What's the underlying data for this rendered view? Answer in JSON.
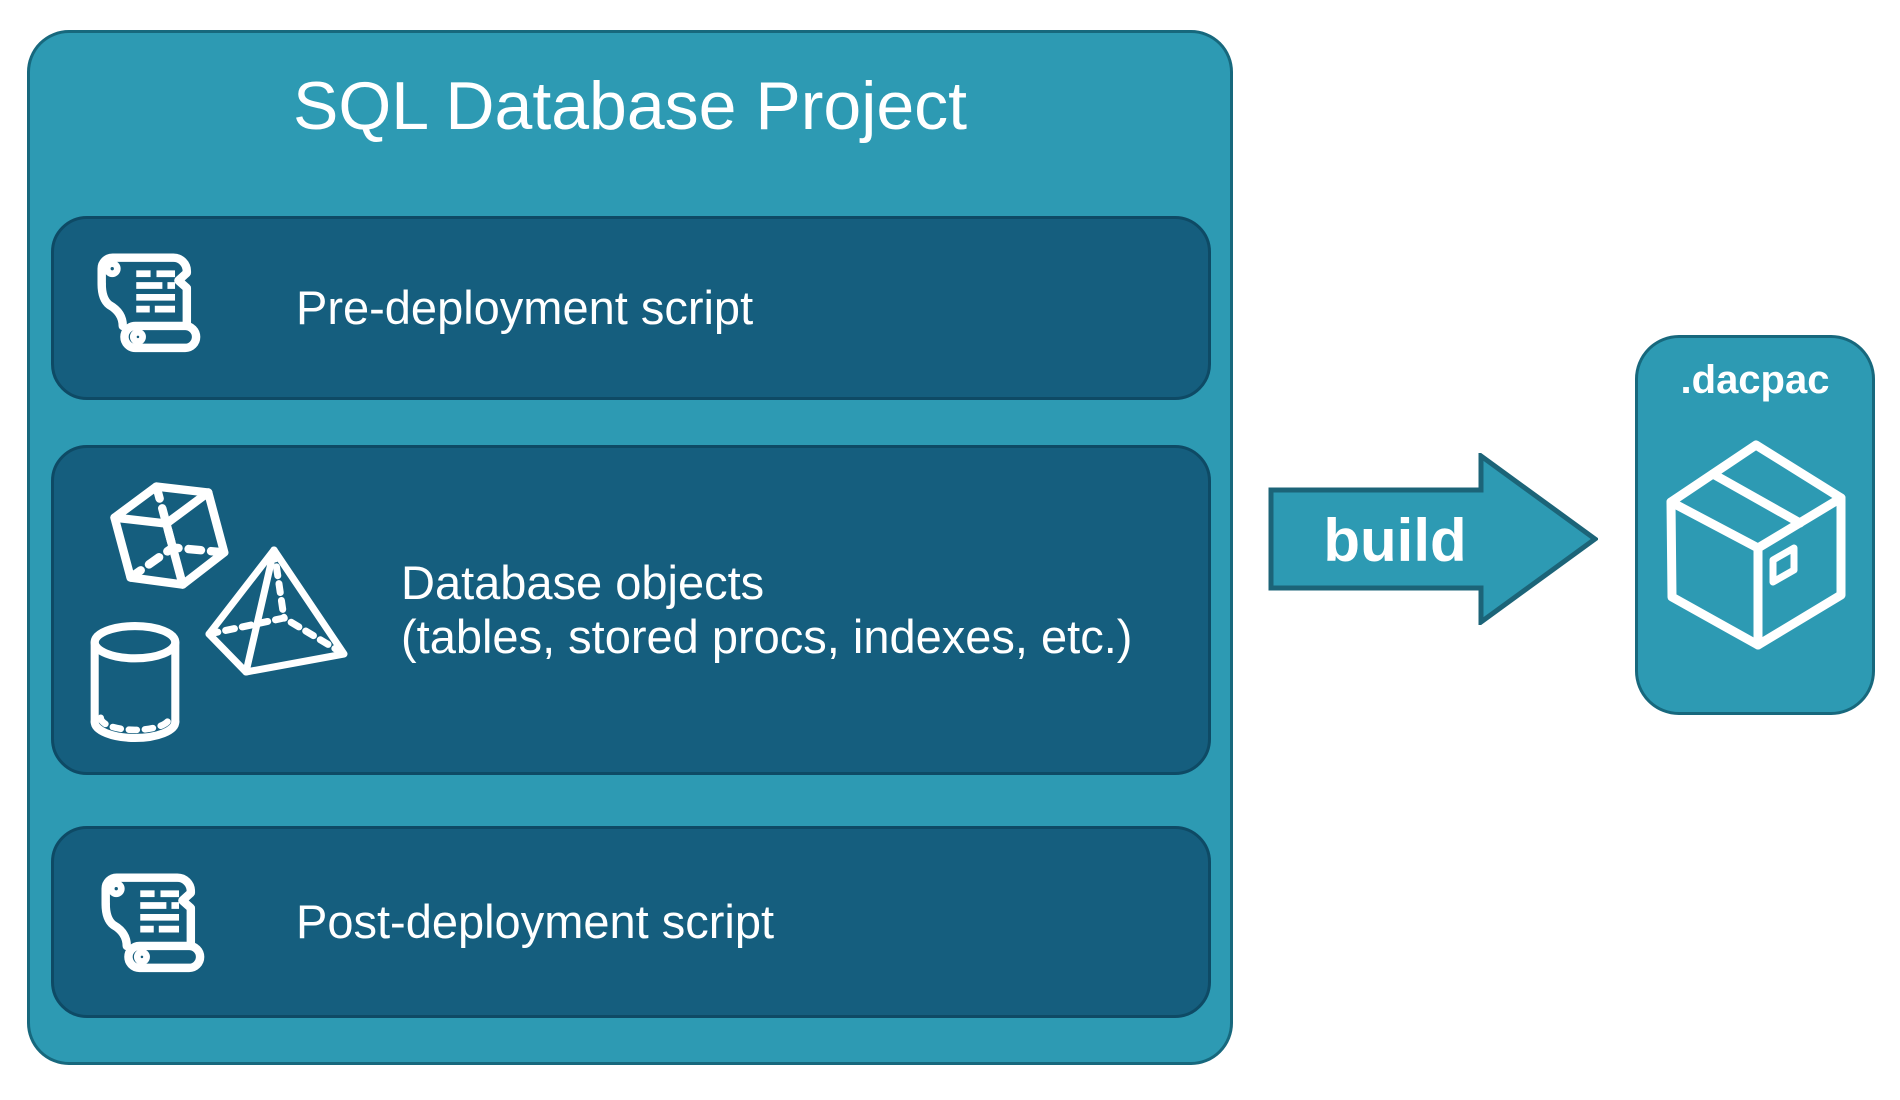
{
  "project": {
    "title": "SQL Database Project",
    "rows": [
      {
        "id": "pre-deployment",
        "icon": "scroll-icon",
        "label": "Pre-deployment script"
      },
      {
        "id": "database-objects",
        "icons": [
          "cube-icon",
          "pyramid-icon",
          "cylinder-icon"
        ],
        "lines": [
          "Database objects",
          "(tables, stored procs, indexes, etc.)"
        ]
      },
      {
        "id": "post-deployment",
        "icon": "scroll-icon",
        "label": "Post-deployment script"
      }
    ]
  },
  "arrow": {
    "label": "build",
    "direction": "right"
  },
  "output": {
    "title": ".dacpac",
    "icon": "package-icon"
  },
  "colors": {
    "teal": "#2D9AB3",
    "teal_border": "#17687D",
    "panel_dark": "#155E7E",
    "panel_dark_border": "#0E4A65",
    "arrow_border": "#1C6478",
    "text": "#FFFFFF"
  }
}
